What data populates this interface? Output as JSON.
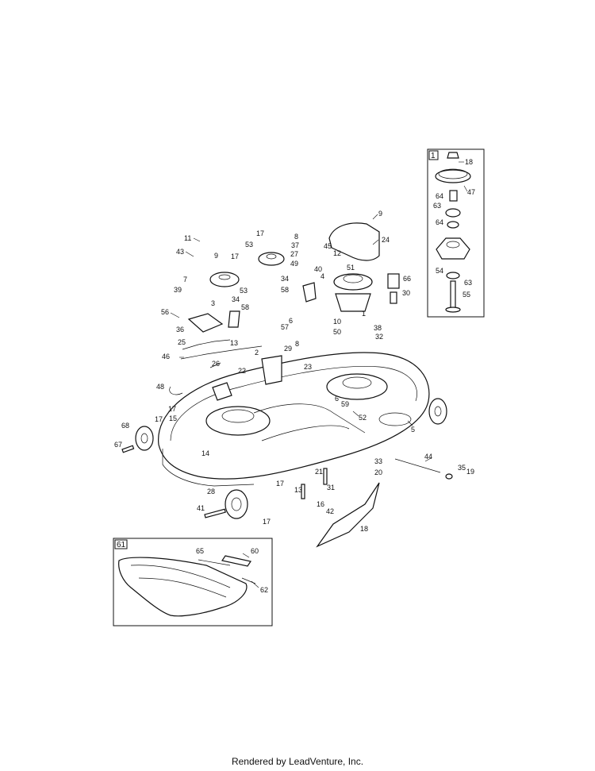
{
  "footer_text": "Rendered by LeadVenture, Inc.",
  "insets": {
    "spindle": {
      "label": "1"
    },
    "discharge_chute": {
      "label": "61"
    }
  },
  "callouts": [
    {
      "id": "c18a",
      "text": "18"
    },
    {
      "id": "c47",
      "text": "47"
    },
    {
      "id": "c64a",
      "text": "64"
    },
    {
      "id": "c63a",
      "text": "63"
    },
    {
      "id": "c64b",
      "text": "64"
    },
    {
      "id": "c54",
      "text": "54"
    },
    {
      "id": "c63b",
      "text": "63"
    },
    {
      "id": "c55",
      "text": "55"
    },
    {
      "id": "c9a",
      "text": "9"
    },
    {
      "id": "c24",
      "text": "24"
    },
    {
      "id": "c45",
      "text": "45"
    },
    {
      "id": "c12",
      "text": "12"
    },
    {
      "id": "c51",
      "text": "51"
    },
    {
      "id": "c66",
      "text": "66"
    },
    {
      "id": "c30",
      "text": "30"
    },
    {
      "id": "c1",
      "text": "1"
    },
    {
      "id": "c17a",
      "text": "17"
    },
    {
      "id": "c53a",
      "text": "53"
    },
    {
      "id": "c8a",
      "text": "8"
    },
    {
      "id": "c37",
      "text": "37"
    },
    {
      "id": "c27",
      "text": "27"
    },
    {
      "id": "c49",
      "text": "49"
    },
    {
      "id": "c40",
      "text": "40"
    },
    {
      "id": "c4",
      "text": "4"
    },
    {
      "id": "c34a",
      "text": "34"
    },
    {
      "id": "c58a",
      "text": "58"
    },
    {
      "id": "c11",
      "text": "11"
    },
    {
      "id": "c43",
      "text": "43"
    },
    {
      "id": "c9b",
      "text": "9"
    },
    {
      "id": "c17b",
      "text": "17"
    },
    {
      "id": "c7",
      "text": "7"
    },
    {
      "id": "c39",
      "text": "39"
    },
    {
      "id": "c53b",
      "text": "53"
    },
    {
      "id": "c34b",
      "text": "34"
    },
    {
      "id": "c3",
      "text": "3"
    },
    {
      "id": "c58b",
      "text": "58"
    },
    {
      "id": "c56",
      "text": "56"
    },
    {
      "id": "c36",
      "text": "36"
    },
    {
      "id": "c25",
      "text": "25"
    },
    {
      "id": "c13a",
      "text": "13"
    },
    {
      "id": "c46",
      "text": "46"
    },
    {
      "id": "c6a",
      "text": "6"
    },
    {
      "id": "c10",
      "text": "10"
    },
    {
      "id": "c57",
      "text": "57"
    },
    {
      "id": "c50",
      "text": "50"
    },
    {
      "id": "c38",
      "text": "38"
    },
    {
      "id": "c32",
      "text": "32"
    },
    {
      "id": "c2",
      "text": "2"
    },
    {
      "id": "c8b",
      "text": "8"
    },
    {
      "id": "c29",
      "text": "29"
    },
    {
      "id": "c23",
      "text": "23"
    },
    {
      "id": "c26",
      "text": "26"
    },
    {
      "id": "c22",
      "text": "22"
    },
    {
      "id": "c48",
      "text": "48"
    },
    {
      "id": "c59",
      "text": "59"
    },
    {
      "id": "c6b",
      "text": "6"
    },
    {
      "id": "c52",
      "text": "52"
    },
    {
      "id": "c5",
      "text": "5"
    },
    {
      "id": "c17c",
      "text": "17"
    },
    {
      "id": "c15",
      "text": "15"
    },
    {
      "id": "c17d",
      "text": "17"
    },
    {
      "id": "c68",
      "text": "68"
    },
    {
      "id": "c67",
      "text": "67"
    },
    {
      "id": "c14",
      "text": "14"
    },
    {
      "id": "c44",
      "text": "44"
    },
    {
      "id": "c33",
      "text": "33"
    },
    {
      "id": "c20",
      "text": "20"
    },
    {
      "id": "c35",
      "text": "35"
    },
    {
      "id": "c19",
      "text": "19"
    },
    {
      "id": "c21",
      "text": "21"
    },
    {
      "id": "c31",
      "text": "31"
    },
    {
      "id": "c13b",
      "text": "13"
    },
    {
      "id": "c16",
      "text": "16"
    },
    {
      "id": "c28",
      "text": "28"
    },
    {
      "id": "c17e",
      "text": "17"
    },
    {
      "id": "c41",
      "text": "41"
    },
    {
      "id": "c42",
      "text": "42"
    },
    {
      "id": "c17f",
      "text": "17"
    },
    {
      "id": "c18b",
      "text": "18"
    },
    {
      "id": "c65",
      "text": "65"
    },
    {
      "id": "c60",
      "text": "60"
    },
    {
      "id": "c62",
      "text": "62"
    }
  ]
}
